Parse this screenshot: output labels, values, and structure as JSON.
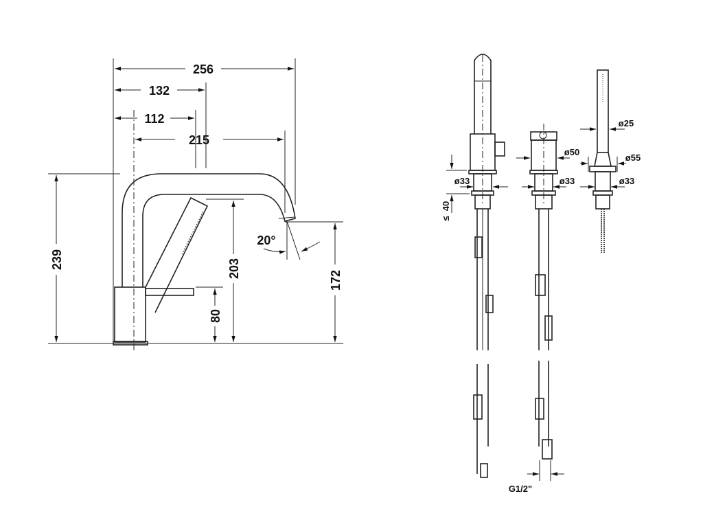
{
  "side_view": {
    "dims": {
      "width_total": "256",
      "spout_reach_132": "132",
      "handshower_112": "112",
      "spout_215": "215",
      "height_239": "239",
      "height_203": "203",
      "outlet_172": "172",
      "lever_80": "80",
      "angle": "20°"
    }
  },
  "top_parts": {
    "dims": {
      "spout_base_dia": "ø33",
      "deck_thickness": "40",
      "deck_symbol": "≤",
      "mixer_dia": "ø50",
      "mixer_base_dia": "ø33",
      "handshower_dia": "ø25",
      "handshower_holder_dia": "ø55",
      "holder_base_dia": "ø33",
      "connection": "G1/2\""
    }
  }
}
